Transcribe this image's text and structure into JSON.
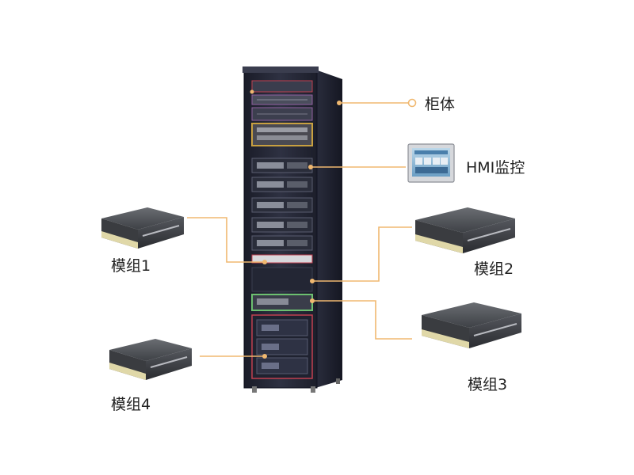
{
  "labels": {
    "cabinet": "柜体",
    "hmi": "HMI监控",
    "module1": "模组1",
    "module2": "模组2",
    "module3": "模组3",
    "module4": "模组4"
  },
  "icons": {
    "cabinet": "server-rack-icon",
    "hmi": "touchscreen-monitor-icon",
    "module": "rack-module-icon"
  },
  "colors": {
    "connector": "#f0b870",
    "rack_body": "#2b2e3e",
    "rack_side": "#1d2030",
    "highlight_gold": "#c8a040",
    "highlight_green": "#6cc070",
    "highlight_red": "#c04050",
    "highlight_purple": "#9060a0",
    "text": "#222222"
  }
}
